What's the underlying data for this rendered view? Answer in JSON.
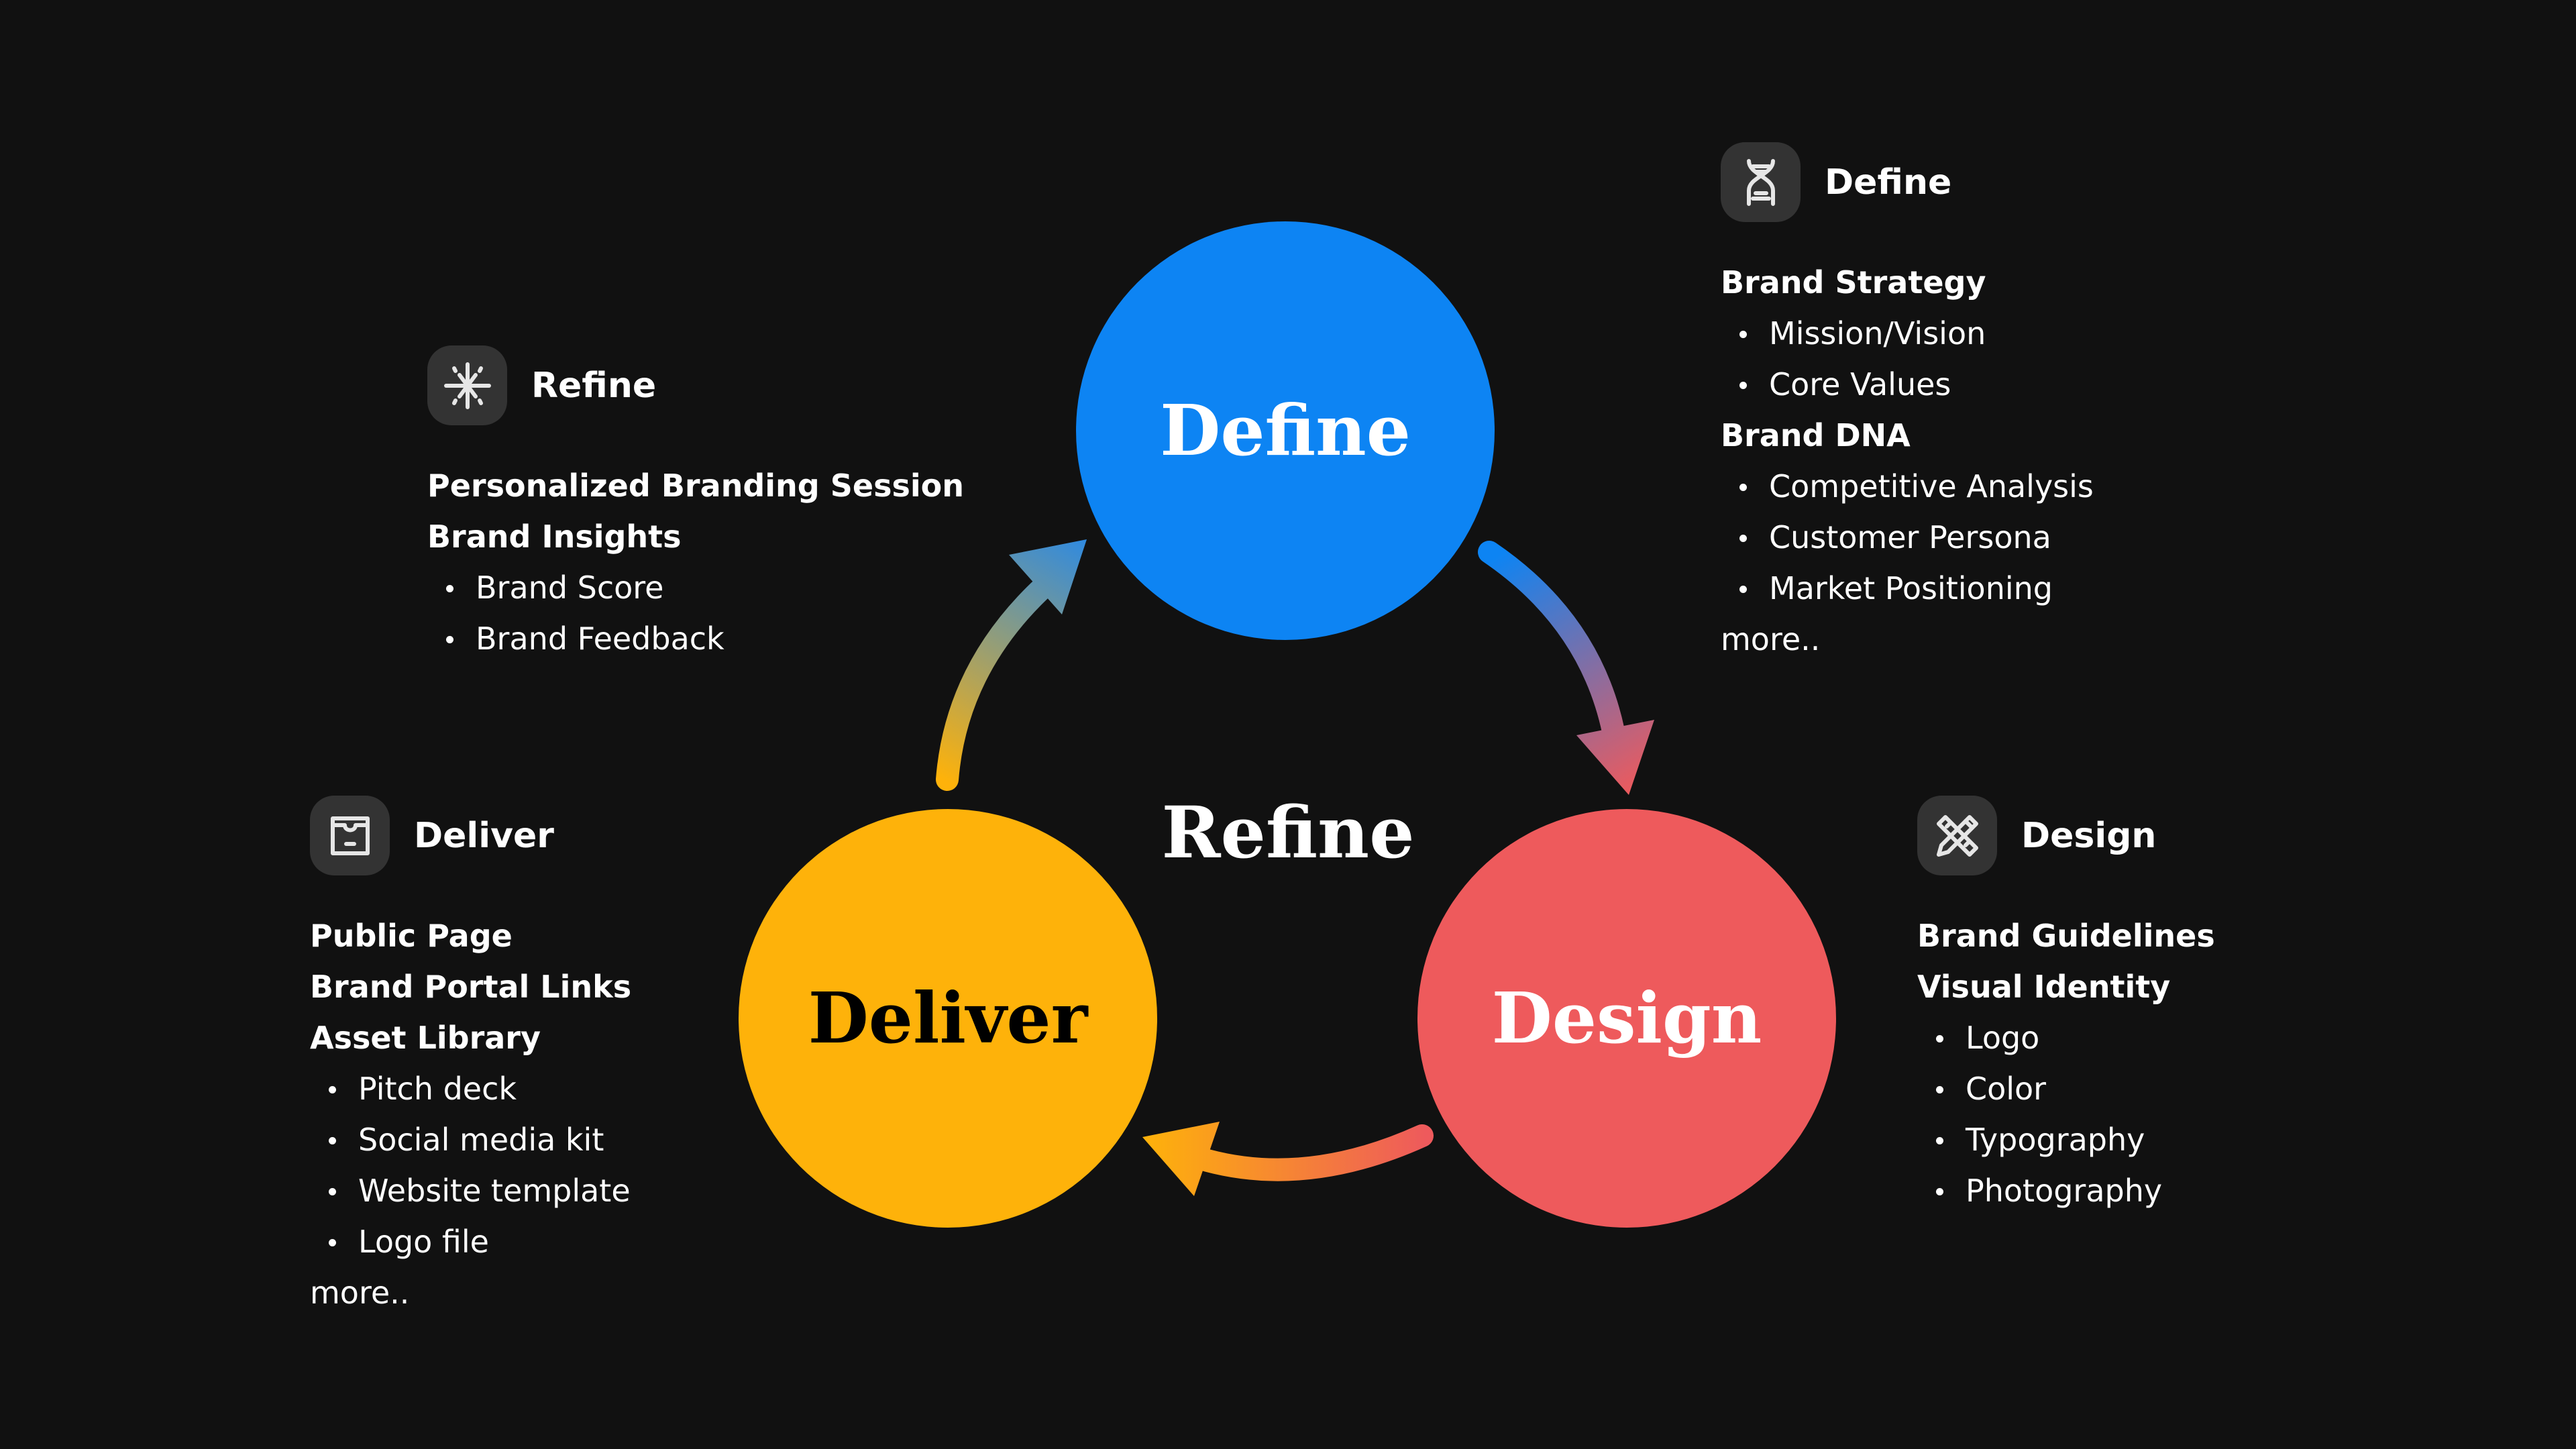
{
  "diagram": {
    "center_label": "Refine",
    "background_color": "#111111",
    "stages": [
      {
        "id": "define",
        "label": "Define",
        "color": "#0D84F3",
        "text_color": "#ffffff"
      },
      {
        "id": "design",
        "label": "Design",
        "color": "#EE5A5C",
        "text_color": "#ffffff"
      },
      {
        "id": "deliver",
        "label": "Deliver",
        "color": "#FEB20A",
        "text_color": "#000000"
      }
    ],
    "arrows": [
      {
        "from": "define",
        "to": "design",
        "gradient": [
          "#0D84F3",
          "#EE5A5C"
        ]
      },
      {
        "from": "design",
        "to": "deliver",
        "gradient": [
          "#EE5A5C",
          "#FEB20A"
        ]
      },
      {
        "from": "deliver",
        "to": "define",
        "gradient": [
          "#FEB20A",
          "#2F8AE0"
        ]
      }
    ]
  },
  "panels": {
    "define": {
      "icon": "dna-icon",
      "title": "Define",
      "lines": [
        {
          "type": "heading",
          "text": "Brand Strategy"
        },
        {
          "type": "bullet",
          "text": "Mission/Vision"
        },
        {
          "type": "bullet",
          "text": "Core Values"
        },
        {
          "type": "heading",
          "text": "Brand DNA"
        },
        {
          "type": "bullet",
          "text": "Competitive Analysis"
        },
        {
          "type": "bullet",
          "text": "Customer Persona"
        },
        {
          "type": "bullet",
          "text": "Market Positioning"
        },
        {
          "type": "more",
          "text": "more.."
        }
      ]
    },
    "refine": {
      "icon": "sparkle-icon",
      "title": "Refine",
      "lines": [
        {
          "type": "heading",
          "text": "Personalized Branding Session"
        },
        {
          "type": "heading",
          "text": "Brand Insights"
        },
        {
          "type": "bullet",
          "text": "Brand Score"
        },
        {
          "type": "bullet",
          "text": "Brand Feedback"
        }
      ]
    },
    "deliver": {
      "icon": "archive-box-icon",
      "title": "Deliver",
      "lines": [
        {
          "type": "heading",
          "text": "Public Page"
        },
        {
          "type": "heading",
          "text": "Brand Portal Links"
        },
        {
          "type": "heading",
          "text": "Asset Library"
        },
        {
          "type": "bullet",
          "text": "Pitch deck"
        },
        {
          "type": "bullet",
          "text": "Social media kit"
        },
        {
          "type": "bullet",
          "text": "Website template"
        },
        {
          "type": "bullet",
          "text": "Logo file"
        },
        {
          "type": "more",
          "text": "more.."
        }
      ]
    },
    "design": {
      "icon": "pencil-ruler-icon",
      "title": "Design",
      "lines": [
        {
          "type": "heading",
          "text": "Brand Guidelines"
        },
        {
          "type": "heading",
          "text": "Visual Identity"
        },
        {
          "type": "bullet",
          "text": "Logo"
        },
        {
          "type": "bullet",
          "text": "Color"
        },
        {
          "type": "bullet",
          "text": "Typography"
        },
        {
          "type": "bullet",
          "text": "Photography"
        }
      ]
    }
  }
}
